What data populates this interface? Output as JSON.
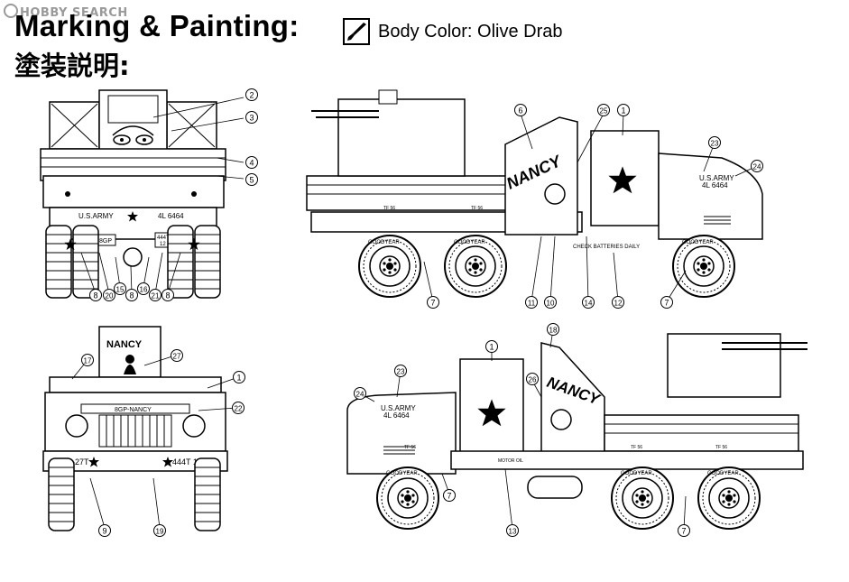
{
  "watermark": {
    "text": "HOBBY SEARCH"
  },
  "header": {
    "title_en": "Marking & Painting:",
    "title_jp": "塗装説明:"
  },
  "color_note": {
    "icon": "paint-brush-icon",
    "label": "Body Color: Olive Drab"
  },
  "truck_markings": {
    "usarmy": "U.S.ARMY",
    "reg": "4L 6464",
    "nancy": "NANCY",
    "bumper_left": "8GP-27T",
    "bumper_right": "444T 12",
    "plate_top": "8GP",
    "plate_right": "444T",
    "plate_right_num": "12",
    "grille_band": "8GP-NANCY",
    "goodyear": "GOODYEAR",
    "tf": "TF 56",
    "check_batteries": "CHECK BATTERIES DAILY",
    "cab_small": "MOTOR OIL"
  },
  "callouts": {
    "front_view": [
      "2",
      "3",
      "4",
      "5",
      "8",
      "20",
      "15",
      "8",
      "16",
      "21",
      "8"
    ],
    "left_side": [
      "6",
      "25",
      "1",
      "23",
      "24",
      "7",
      "11",
      "10",
      "14",
      "12",
      "7"
    ],
    "rear_view": [
      "27",
      "17",
      "1",
      "22",
      "9",
      "19"
    ],
    "right_side": [
      "18",
      "1",
      "23",
      "24",
      "26",
      "7",
      "13",
      "7"
    ]
  }
}
